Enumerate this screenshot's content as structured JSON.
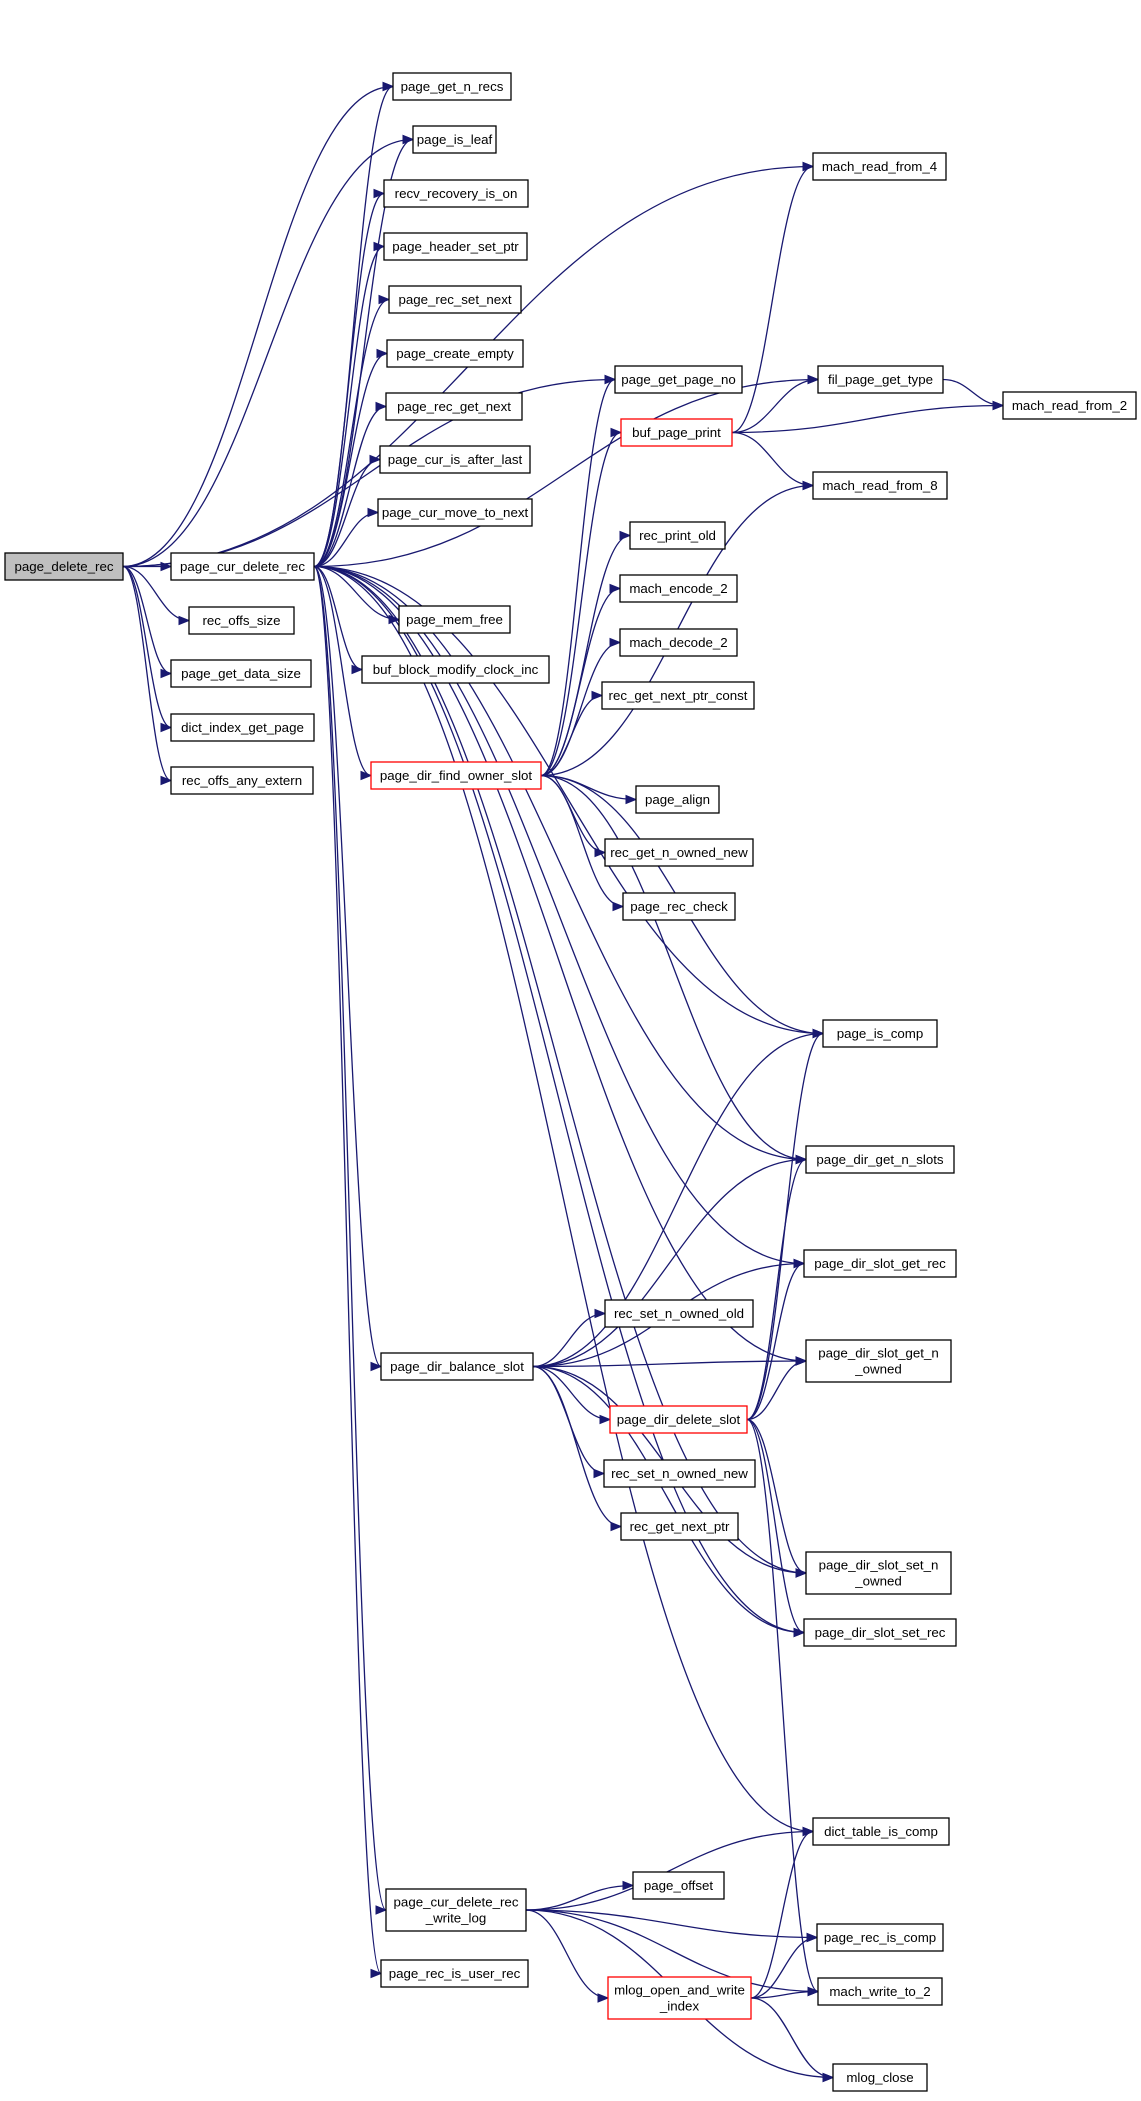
{
  "edge_color": "#191970",
  "nodes": {
    "page_delete_rec": {
      "lines": [
        "page_delete_rec"
      ],
      "style": "root"
    },
    "page_cur_delete_rec": {
      "lines": [
        "page_cur_delete_rec"
      ]
    },
    "rec_offs_size": {
      "lines": [
        "rec_offs_size"
      ]
    },
    "page_get_data_size": {
      "lines": [
        "page_get_data_size"
      ]
    },
    "dict_index_get_page": {
      "lines": [
        "dict_index_get_page"
      ]
    },
    "rec_offs_any_extern": {
      "lines": [
        "rec_offs_any_extern"
      ]
    },
    "page_get_n_recs": {
      "lines": [
        "page_get_n_recs"
      ]
    },
    "page_is_leaf": {
      "lines": [
        "page_is_leaf"
      ]
    },
    "recv_recovery_is_on": {
      "lines": [
        "recv_recovery_is_on"
      ]
    },
    "page_header_set_ptr": {
      "lines": [
        "page_header_set_ptr"
      ]
    },
    "page_rec_set_next": {
      "lines": [
        "page_rec_set_next"
      ]
    },
    "page_create_empty": {
      "lines": [
        "page_create_empty"
      ]
    },
    "page_rec_get_next": {
      "lines": [
        "page_rec_get_next"
      ]
    },
    "page_cur_is_after_last": {
      "lines": [
        "page_cur_is_after_last"
      ]
    },
    "page_cur_move_to_next": {
      "lines": [
        "page_cur_move_to_next"
      ]
    },
    "page_mem_free": {
      "lines": [
        "page_mem_free"
      ]
    },
    "buf_block_modify_clock_inc": {
      "lines": [
        "buf_block_modify_clock_inc"
      ]
    },
    "page_dir_find_owner_slot": {
      "lines": [
        "page_dir_find_owner_slot"
      ],
      "style": "red"
    },
    "page_dir_balance_slot": {
      "lines": [
        "page_dir_balance_slot"
      ]
    },
    "page_cur_delete_rec_write_log": {
      "lines": [
        "page_cur_delete_rec",
        "_write_log"
      ]
    },
    "page_rec_is_user_rec": {
      "lines": [
        "page_rec_is_user_rec"
      ]
    },
    "page_get_page_no": {
      "lines": [
        "page_get_page_no"
      ]
    },
    "buf_page_print": {
      "lines": [
        "buf_page_print"
      ],
      "style": "red"
    },
    "rec_print_old": {
      "lines": [
        "rec_print_old"
      ]
    },
    "mach_encode_2": {
      "lines": [
        "mach_encode_2"
      ]
    },
    "mach_decode_2": {
      "lines": [
        "mach_decode_2"
      ]
    },
    "rec_get_next_ptr_const": {
      "lines": [
        "rec_get_next_ptr_const"
      ]
    },
    "page_align": {
      "lines": [
        "page_align"
      ]
    },
    "rec_get_n_owned_new": {
      "lines": [
        "rec_get_n_owned_new"
      ]
    },
    "page_rec_check": {
      "lines": [
        "page_rec_check"
      ]
    },
    "rec_set_n_owned_old": {
      "lines": [
        "rec_set_n_owned_old"
      ]
    },
    "page_dir_delete_slot": {
      "lines": [
        "page_dir_delete_slot"
      ],
      "style": "red"
    },
    "rec_set_n_owned_new": {
      "lines": [
        "rec_set_n_owned_new"
      ]
    },
    "rec_get_next_ptr": {
      "lines": [
        "rec_get_next_ptr"
      ]
    },
    "page_offset": {
      "lines": [
        "page_offset"
      ]
    },
    "mlog_open_and_write_index": {
      "lines": [
        "mlog_open_and_write",
        "_index"
      ],
      "style": "red"
    },
    "mach_read_from_4": {
      "lines": [
        "mach_read_from_4"
      ]
    },
    "fil_page_get_type": {
      "lines": [
        "fil_page_get_type"
      ]
    },
    "mach_read_from_8": {
      "lines": [
        "mach_read_from_8"
      ]
    },
    "page_is_comp": {
      "lines": [
        "page_is_comp"
      ]
    },
    "page_dir_get_n_slots": {
      "lines": [
        "page_dir_get_n_slots"
      ]
    },
    "page_dir_slot_get_rec": {
      "lines": [
        "page_dir_slot_get_rec"
      ]
    },
    "page_dir_slot_get_n_owned": {
      "lines": [
        "page_dir_slot_get_n",
        "_owned"
      ]
    },
    "page_dir_slot_set_n_owned": {
      "lines": [
        "page_dir_slot_set_n",
        "_owned"
      ]
    },
    "page_dir_slot_set_rec": {
      "lines": [
        "page_dir_slot_set_rec"
      ]
    },
    "dict_table_is_comp": {
      "lines": [
        "dict_table_is_comp"
      ]
    },
    "page_rec_is_comp": {
      "lines": [
        "page_rec_is_comp"
      ]
    },
    "mach_write_to_2": {
      "lines": [
        "mach_write_to_2"
      ]
    },
    "mlog_close": {
      "lines": [
        "mlog_close"
      ]
    },
    "mach_read_from_2": {
      "lines": [
        "mach_read_from_2"
      ]
    }
  },
  "edges": [
    [
      "page_delete_rec",
      "page_cur_delete_rec"
    ],
    [
      "page_delete_rec",
      "rec_offs_size"
    ],
    [
      "page_delete_rec",
      "page_get_data_size"
    ],
    [
      "page_delete_rec",
      "dict_index_get_page"
    ],
    [
      "page_delete_rec",
      "rec_offs_any_extern"
    ],
    [
      "page_delete_rec",
      "page_get_n_recs"
    ],
    [
      "page_delete_rec",
      "page_is_leaf"
    ],
    [
      "page_delete_rec",
      "mach_read_from_4"
    ],
    [
      "page_delete_rec",
      "page_get_page_no"
    ],
    [
      "page_cur_delete_rec",
      "page_get_n_recs"
    ],
    [
      "page_cur_delete_rec",
      "page_is_leaf"
    ],
    [
      "page_cur_delete_rec",
      "recv_recovery_is_on"
    ],
    [
      "page_cur_delete_rec",
      "page_header_set_ptr"
    ],
    [
      "page_cur_delete_rec",
      "page_rec_set_next"
    ],
    [
      "page_cur_delete_rec",
      "page_create_empty"
    ],
    [
      "page_cur_delete_rec",
      "page_rec_get_next"
    ],
    [
      "page_cur_delete_rec",
      "page_cur_is_after_last"
    ],
    [
      "page_cur_delete_rec",
      "page_cur_move_to_next"
    ],
    [
      "page_cur_delete_rec",
      "page_mem_free"
    ],
    [
      "page_cur_delete_rec",
      "buf_block_modify_clock_inc"
    ],
    [
      "page_cur_delete_rec",
      "page_dir_find_owner_slot"
    ],
    [
      "page_cur_delete_rec",
      "page_dir_balance_slot"
    ],
    [
      "page_cur_delete_rec",
      "page_cur_delete_rec_write_log"
    ],
    [
      "page_cur_delete_rec",
      "page_rec_is_user_rec"
    ],
    [
      "page_cur_delete_rec",
      "fil_page_get_type"
    ],
    [
      "page_cur_delete_rec",
      "page_is_comp"
    ],
    [
      "page_cur_delete_rec",
      "page_dir_get_n_slots"
    ],
    [
      "page_cur_delete_rec",
      "page_dir_slot_get_rec"
    ],
    [
      "page_cur_delete_rec",
      "page_dir_slot_get_n_owned"
    ],
    [
      "page_cur_delete_rec",
      "page_dir_slot_set_n_owned"
    ],
    [
      "page_cur_delete_rec",
      "page_dir_slot_set_rec"
    ],
    [
      "page_cur_delete_rec",
      "dict_table_is_comp"
    ],
    [
      "page_dir_find_owner_slot",
      "page_get_page_no"
    ],
    [
      "page_dir_find_owner_slot",
      "buf_page_print"
    ],
    [
      "page_dir_find_owner_slot",
      "mach_read_from_8"
    ],
    [
      "page_dir_find_owner_slot",
      "rec_print_old"
    ],
    [
      "page_dir_find_owner_slot",
      "mach_encode_2"
    ],
    [
      "page_dir_find_owner_slot",
      "mach_decode_2"
    ],
    [
      "page_dir_find_owner_slot",
      "rec_get_next_ptr_const"
    ],
    [
      "page_dir_find_owner_slot",
      "page_align"
    ],
    [
      "page_dir_find_owner_slot",
      "rec_get_n_owned_new"
    ],
    [
      "page_dir_find_owner_slot",
      "page_rec_check"
    ],
    [
      "page_dir_find_owner_slot",
      "page_is_comp"
    ],
    [
      "page_dir_find_owner_slot",
      "page_dir_get_n_slots"
    ],
    [
      "buf_page_print",
      "mach_read_from_4"
    ],
    [
      "buf_page_print",
      "fil_page_get_type"
    ],
    [
      "buf_page_print",
      "mach_read_from_2"
    ],
    [
      "buf_page_print",
      "mach_read_from_8"
    ],
    [
      "fil_page_get_type",
      "mach_read_from_2"
    ],
    [
      "page_dir_balance_slot",
      "page_is_comp"
    ],
    [
      "page_dir_balance_slot",
      "page_dir_get_n_slots"
    ],
    [
      "page_dir_balance_slot",
      "page_dir_slot_get_rec"
    ],
    [
      "page_dir_balance_slot",
      "rec_set_n_owned_old"
    ],
    [
      "page_dir_balance_slot",
      "page_dir_slot_get_n_owned"
    ],
    [
      "page_dir_balance_slot",
      "page_dir_delete_slot"
    ],
    [
      "page_dir_balance_slot",
      "rec_set_n_owned_new"
    ],
    [
      "page_dir_balance_slot",
      "rec_get_next_ptr"
    ],
    [
      "page_dir_balance_slot",
      "page_dir_slot_set_n_owned"
    ],
    [
      "page_dir_balance_slot",
      "page_dir_slot_set_rec"
    ],
    [
      "page_dir_delete_slot",
      "page_is_comp"
    ],
    [
      "page_dir_delete_slot",
      "page_dir_get_n_slots"
    ],
    [
      "page_dir_delete_slot",
      "page_dir_slot_get_rec"
    ],
    [
      "page_dir_delete_slot",
      "page_dir_slot_get_n_owned"
    ],
    [
      "page_dir_delete_slot",
      "page_dir_slot_set_n_owned"
    ],
    [
      "page_dir_delete_slot",
      "page_dir_slot_set_rec"
    ],
    [
      "page_dir_delete_slot",
      "mach_write_to_2"
    ],
    [
      "page_cur_delete_rec_write_log",
      "dict_table_is_comp"
    ],
    [
      "page_cur_delete_rec_write_log",
      "page_offset"
    ],
    [
      "page_cur_delete_rec_write_log",
      "page_rec_is_comp"
    ],
    [
      "page_cur_delete_rec_write_log",
      "mlog_open_and_write_index"
    ],
    [
      "page_cur_delete_rec_write_log",
      "mach_write_to_2"
    ],
    [
      "page_cur_delete_rec_write_log",
      "mlog_close"
    ],
    [
      "mlog_open_and_write_index",
      "dict_table_is_comp"
    ],
    [
      "mlog_open_and_write_index",
      "page_rec_is_comp"
    ],
    [
      "mlog_open_and_write_index",
      "mach_write_to_2"
    ],
    [
      "mlog_open_and_write_index",
      "mlog_close"
    ]
  ]
}
